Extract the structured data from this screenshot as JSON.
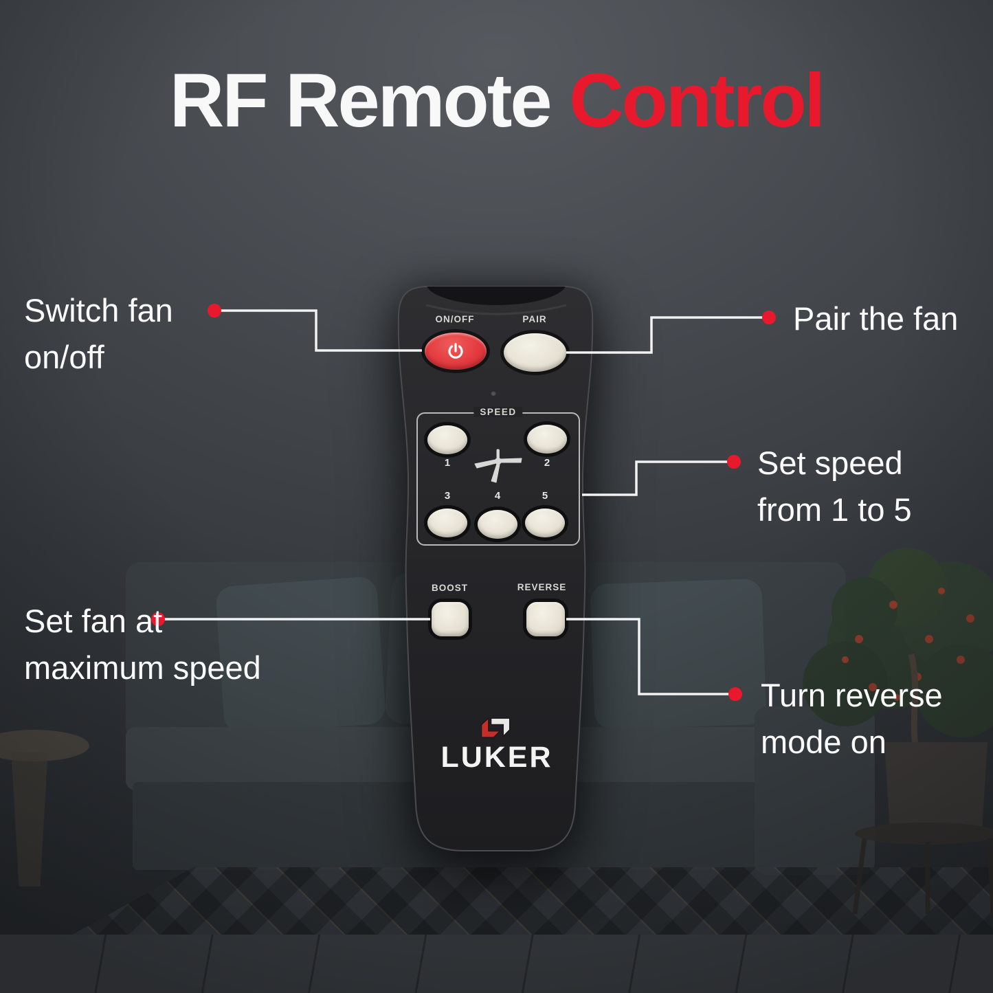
{
  "title": {
    "part1": "RF Remote",
    "part2": "Control"
  },
  "colors": {
    "accent_red": "#e8192c",
    "background": "#35393d",
    "remote_body": "#242427",
    "button_cream": "#e9e4d6",
    "button_red": "#e23b3f",
    "text_white": "#fafafa"
  },
  "remote": {
    "onoff_label": "ON/OFF",
    "pair_label": "PAIR",
    "speed_label": "SPEED",
    "speed_numbers": [
      "1",
      "2",
      "3",
      "4",
      "5"
    ],
    "boost_label": "BOOST",
    "reverse_label": "REVERSE",
    "brand": "LUKER",
    "icons": {
      "power": "power-icon",
      "fan": "ceiling-fan-icon",
      "logo": "luker-logo-mark"
    }
  },
  "callouts": {
    "switch": {
      "line1": "Switch fan",
      "line2": "on/off"
    },
    "pair": {
      "line1": "Pair the fan"
    },
    "speed": {
      "line1": "Set speed",
      "line2": "from 1 to 5"
    },
    "boost": {
      "line1": "Set fan at",
      "line2": "maximum speed"
    },
    "reverse": {
      "line1": "Turn reverse",
      "line2": "mode on"
    }
  }
}
